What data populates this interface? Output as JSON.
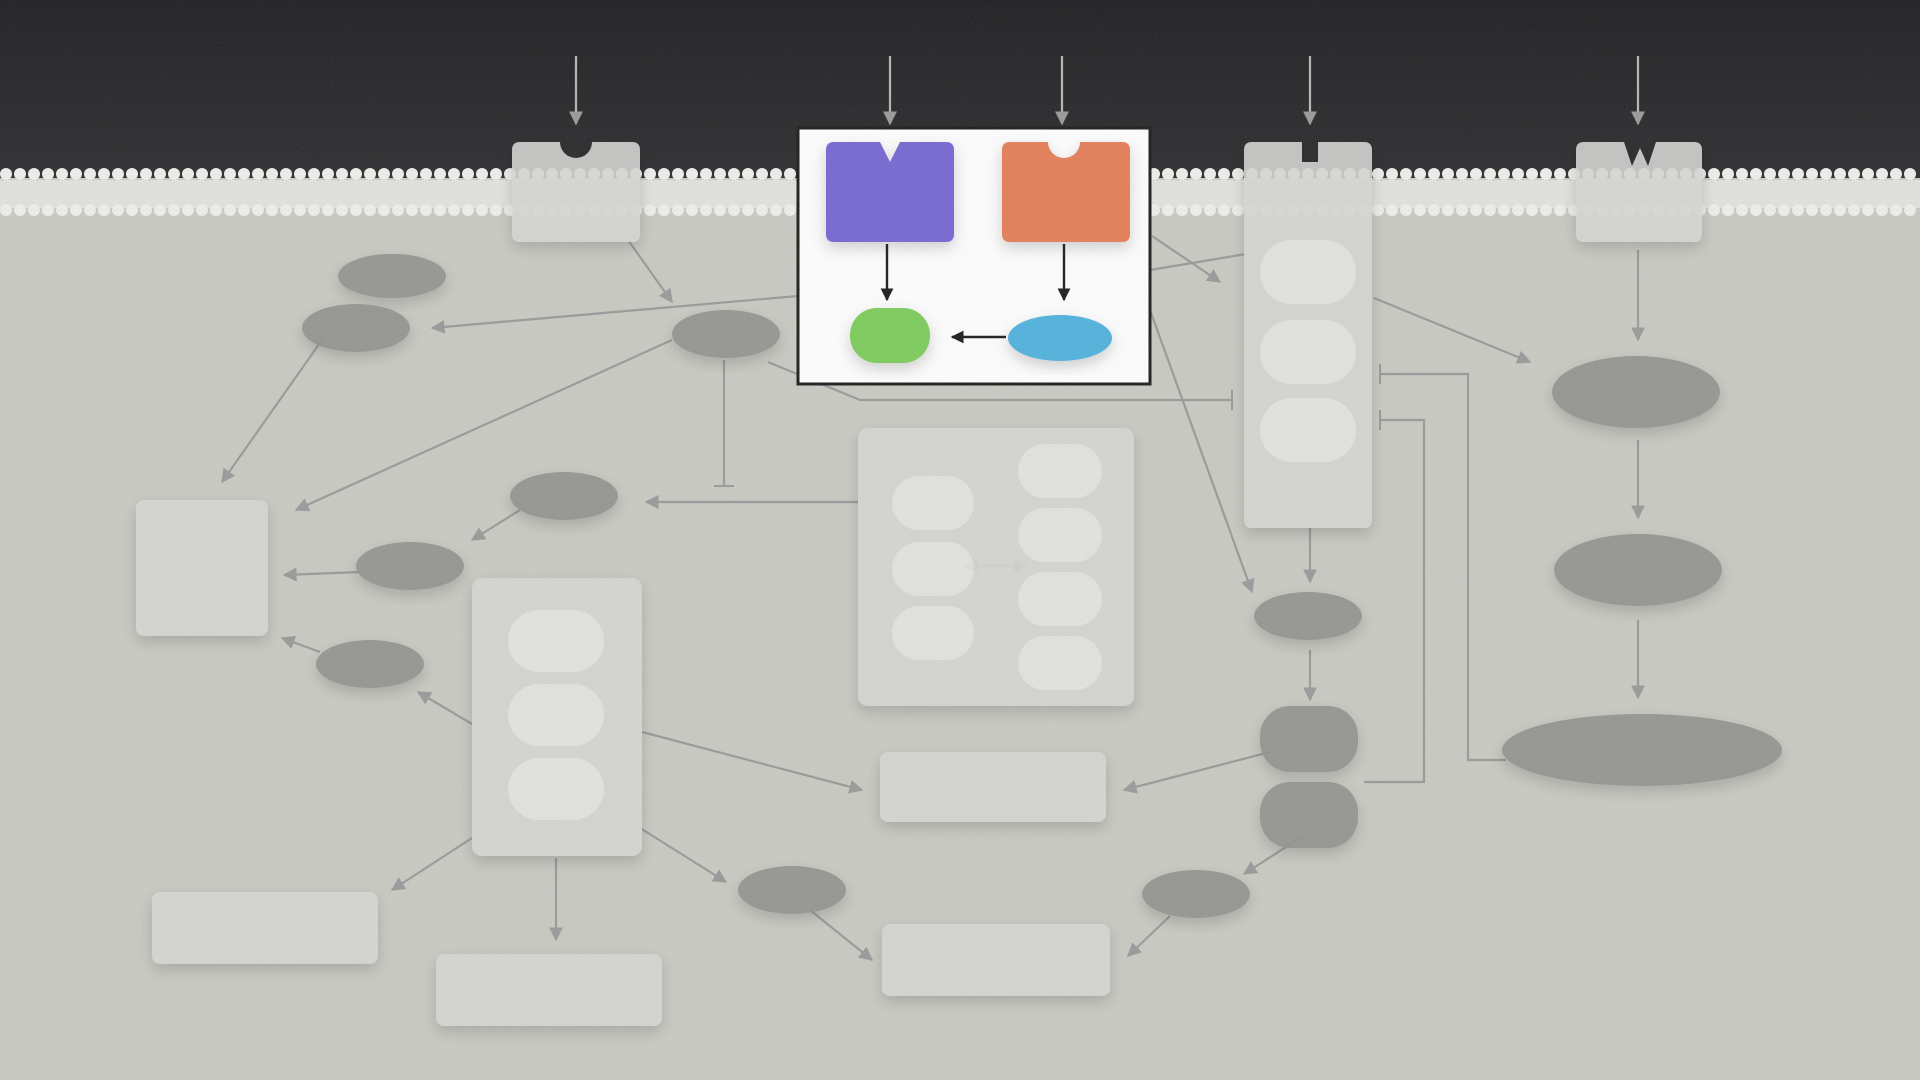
{
  "colors": {
    "extracellular": "#1e1f21",
    "cytoplasm": "#c9cac2",
    "membrane_bead": "#efefec",
    "faded_box": "#d6d6d4",
    "faded_ellipse": "#8f908d",
    "inner_pill": "#e6e6e4",
    "arrow_grey": "#999999",
    "highlight_frame": "#1a1a1a",
    "highlight_fill": "#ffffff",
    "receptor_purple": "#7466d2",
    "receptor_orange": "#e57d57",
    "node_green": "#7ccc5a",
    "node_blue": "#4fb1dc",
    "arrow_dark": "#1a1a1a"
  },
  "diagram": {
    "type": "signaling-pathway",
    "text_labels": [],
    "highlighted_module": {
      "nodes": [
        {
          "id": "receptor-purple",
          "shape": "receptor-v-notch",
          "color": "receptor_purple"
        },
        {
          "id": "receptor-orange",
          "shape": "receptor-round-notch",
          "color": "receptor_orange"
        },
        {
          "id": "node-green",
          "shape": "rounded-blob",
          "color": "node_green"
        },
        {
          "id": "node-blue",
          "shape": "ellipse",
          "color": "node_blue"
        }
      ],
      "edges": [
        {
          "from": "receptor-purple",
          "to": "node-green",
          "type": "activation"
        },
        {
          "from": "receptor-orange",
          "to": "node-blue",
          "type": "activation"
        },
        {
          "from": "node-blue",
          "to": "node-green",
          "type": "activation"
        }
      ]
    },
    "background_nodes": [
      {
        "id": "receptor-1",
        "shape": "receptor-round-notch"
      },
      {
        "id": "receptor-column",
        "shape": "receptor-square-notch-with-pills"
      },
      {
        "id": "receptor-5",
        "shape": "receptor-w-notch"
      },
      {
        "id": "complex-center",
        "shape": "box-with-pills"
      },
      {
        "id": "complex-left",
        "shape": "box-with-pills"
      },
      {
        "id": "box-left",
        "shape": "box"
      },
      {
        "id": "box-mid-1",
        "shape": "box"
      },
      {
        "id": "box-mid-2",
        "shape": "box"
      },
      {
        "id": "box-bottom-left",
        "shape": "box"
      },
      {
        "id": "box-bottom-mid",
        "shape": "box"
      },
      {
        "id": "ellipses",
        "shape": "ellipse",
        "count": 16
      }
    ]
  }
}
